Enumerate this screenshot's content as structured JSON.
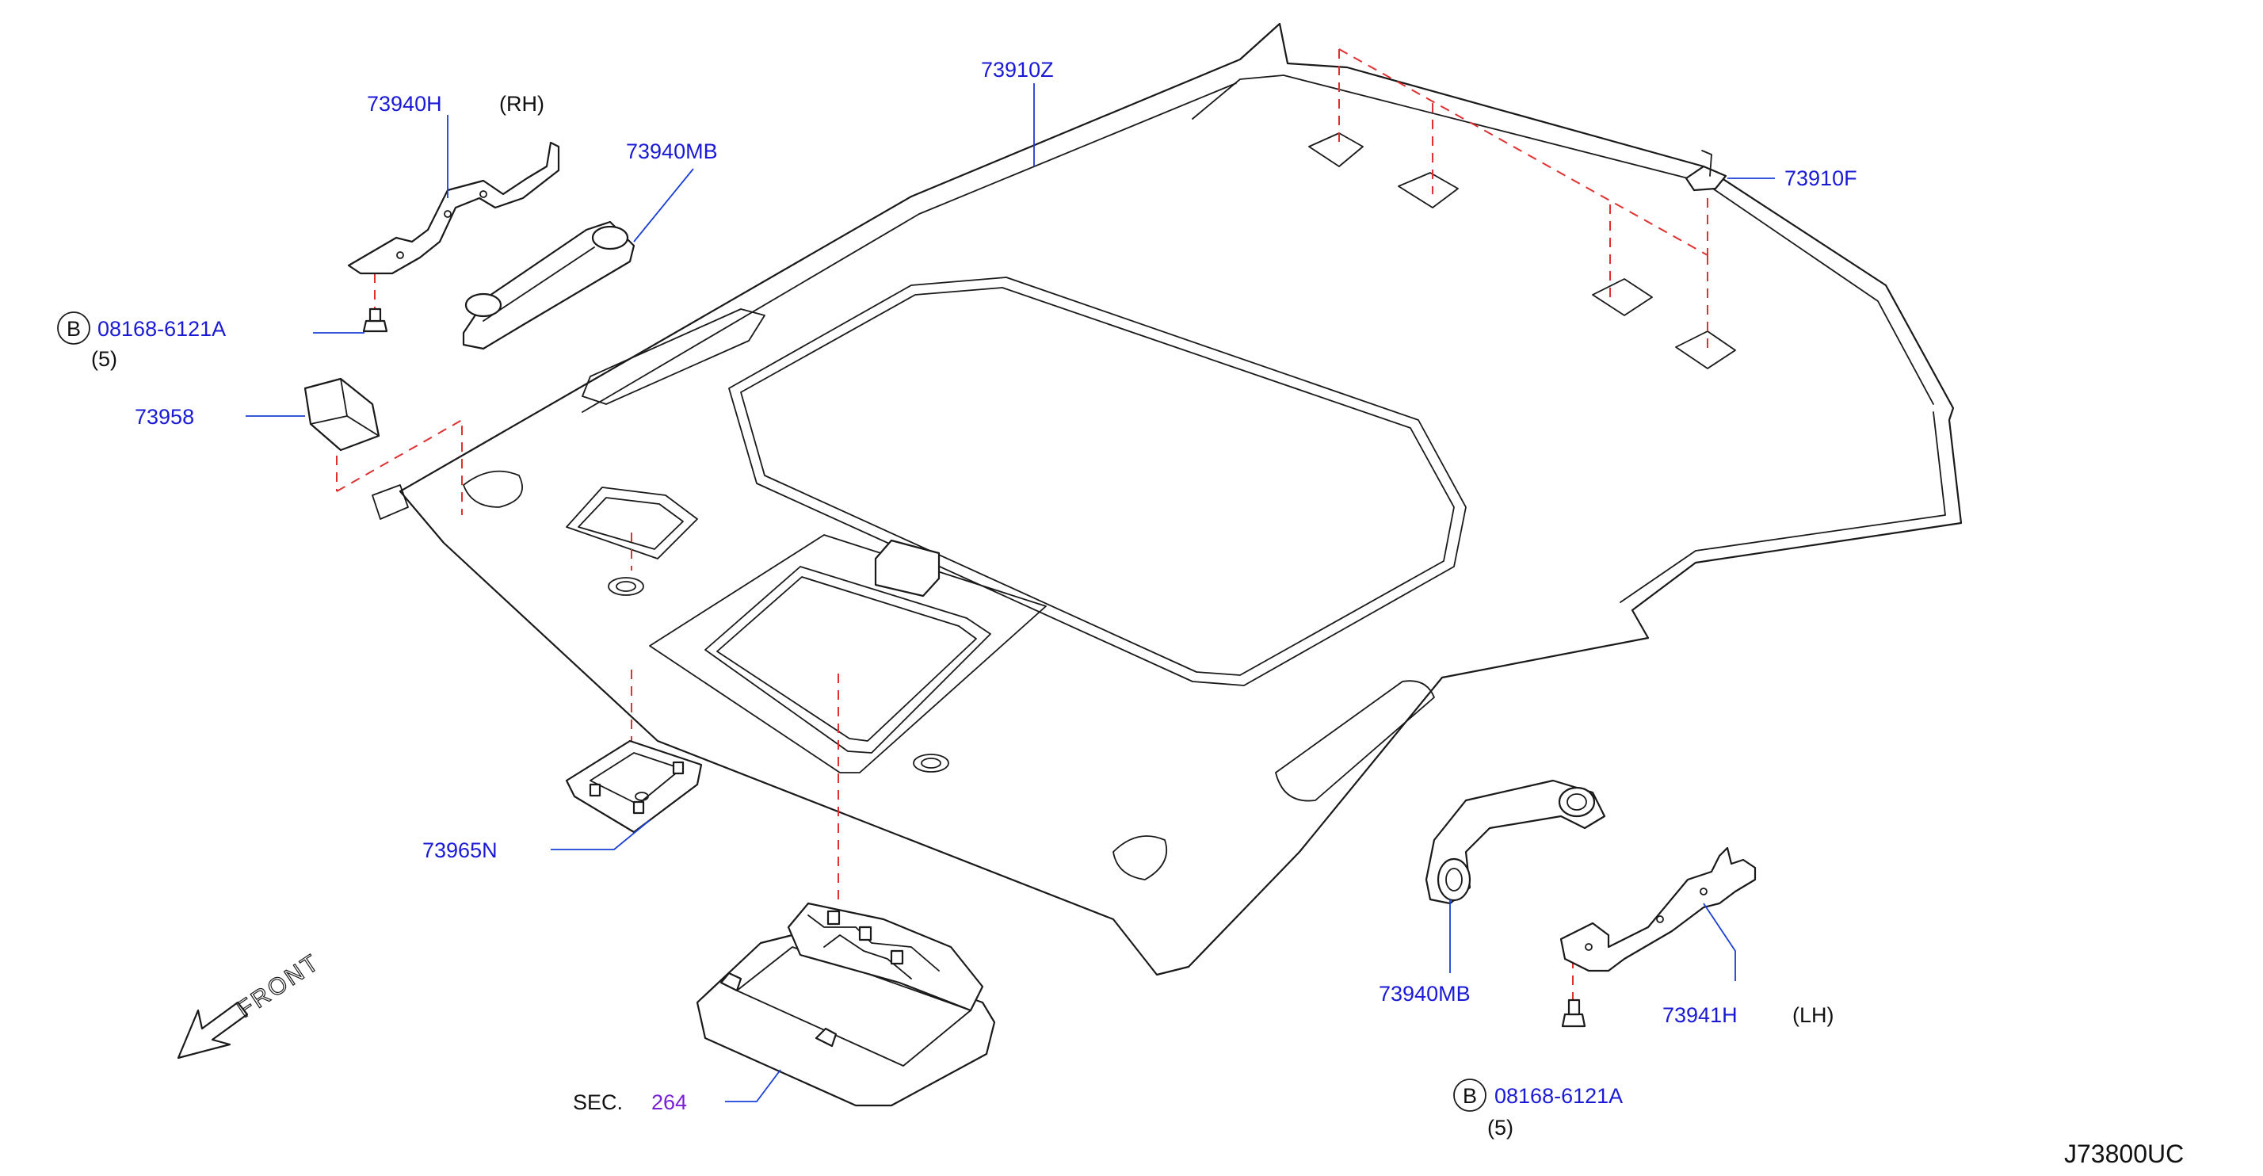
{
  "labels": {
    "headlining": "73910Z",
    "bracket_rh": "73940H",
    "rh": "(RH)",
    "assist_grip_rh": "73940MB",
    "bolt_rh": "08168-6121A",
    "bolt_rh_qty": "(5)",
    "b_marker": "B",
    "clip": "73910F",
    "pad": "73958",
    "lid": "73965N",
    "assist_grip_lh": "73940MB",
    "bracket_lh": "73941H",
    "lh": "(LH)",
    "bolt_lh": "08168-6121A",
    "bolt_lh_qty": "(5)",
    "sec_prefix": "SEC.",
    "sec_number": "264",
    "front": "FRONT",
    "diagram_code": "J73800UC"
  },
  "colors": {
    "callout": "#1a1ad6",
    "section_link": "#7a1fd6",
    "dash_lines": "#e03030",
    "line_art": "#1a1a1a"
  }
}
